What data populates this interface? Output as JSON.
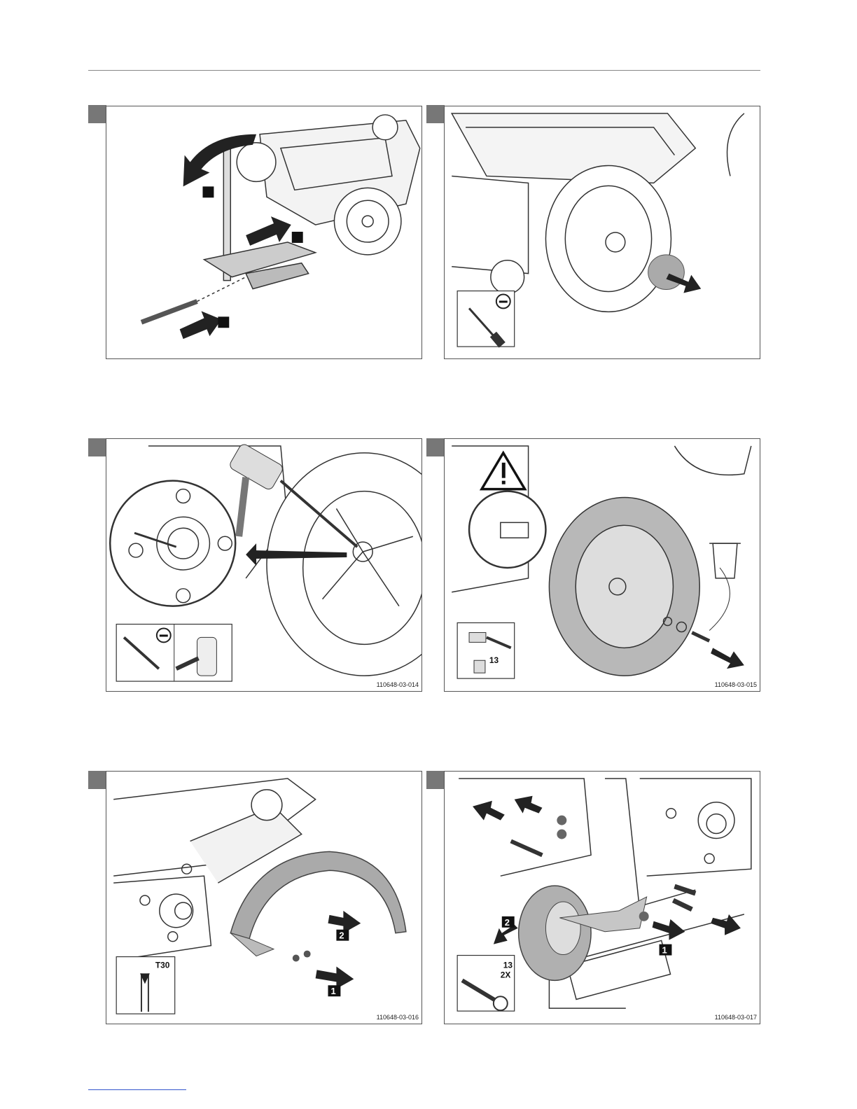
{
  "panels": [
    {
      "id": "p1",
      "code": ""
    },
    {
      "id": "p2",
      "code": ""
    },
    {
      "id": "p3",
      "code": "110648-03-014"
    },
    {
      "id": "p4",
      "code": "110648-03-015",
      "tool_size": "13"
    },
    {
      "id": "p5",
      "code": "110648-03-016",
      "tool_label": "T30",
      "callouts": [
        "2",
        "1"
      ]
    },
    {
      "id": "p6",
      "code": "110648-03-017",
      "tool_size": "13",
      "tool_qty": "2X",
      "callouts": [
        "2",
        "1"
      ]
    }
  ]
}
